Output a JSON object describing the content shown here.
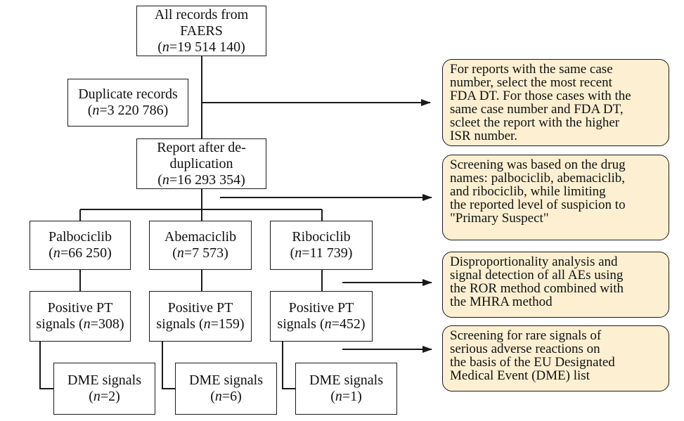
{
  "colors": {
    "stroke": "#1a1a1a",
    "note_fill": "#fdf0d2",
    "box_fill": "#ffffff"
  },
  "boxes": {
    "all_records": {
      "l1": "All records from",
      "l2": "FAERS",
      "n_prefix": "(",
      "n": "n",
      "n_value": "=19 514 140)"
    },
    "duplicates": {
      "l1": "Duplicate records",
      "n_prefix": "(",
      "n": "n",
      "n_value": "=3 220 786)"
    },
    "after_dedup": {
      "l1": "Report after de-",
      "l2": "duplication",
      "n_prefix": "(",
      "n": "n",
      "n_value": "=16 293 354)"
    },
    "palbociclib": {
      "l1": "Palbociclib",
      "n_prefix": "(",
      "n": "n",
      "n_value": "=66 250)"
    },
    "abemaciclib": {
      "l1": "Abemaciclib",
      "n_prefix": "(",
      "n": "n",
      "n_value": "=7 573)"
    },
    "ribociclib": {
      "l1": "Ribociclib",
      "n_prefix": "(",
      "n": "n",
      "n_value": "=11 739)"
    },
    "pt_palbo": {
      "l1": "Positive PT",
      "l2_prefix": "signals (",
      "n": "n",
      "n_value": "=308)"
    },
    "pt_abema": {
      "l1": "Positive PT",
      "l2_prefix": "signals (",
      "n": "n",
      "n_value": "=159)"
    },
    "pt_ribo": {
      "l1": "Positive PT",
      "l2_prefix": "signals (",
      "n": "n",
      "n_value": "=452)"
    },
    "dme_palbo": {
      "l1": "DME signals",
      "n_prefix": "(",
      "n": "n",
      "n_value": "=2)"
    },
    "dme_abema": {
      "l1": "DME signals",
      "n_prefix": "(",
      "n": "n",
      "n_value": "=6)"
    },
    "dme_ribo": {
      "l1": "DME signals",
      "n_prefix": "(",
      "n": "n",
      "n_value": "=1)"
    }
  },
  "notes": {
    "dedup_rule": [
      "For reports with the same case",
      "number, select the most recent",
      "FDA DT. For those cases with the",
      "same case number and FDA DT,",
      "scleet the report with the higher",
      "ISR number."
    ],
    "screening": [
      "Screening was based on the drug",
      "names: palbociclib, abemaciclib,",
      "and ribociclib, while limiting",
      "the reported level of suspicion to",
      "\"Primary Suspect\""
    ],
    "disproportionality": [
      "Disproportionality analysis and",
      "signal detection of all AEs using",
      "the ROR method combined with",
      "the MHRA method"
    ],
    "rare_signals": [
      "Screening for rare signals of",
      "serious adverse reactions on",
      "the basis of the EU Designated",
      "Medical Event (DME) list"
    ]
  }
}
